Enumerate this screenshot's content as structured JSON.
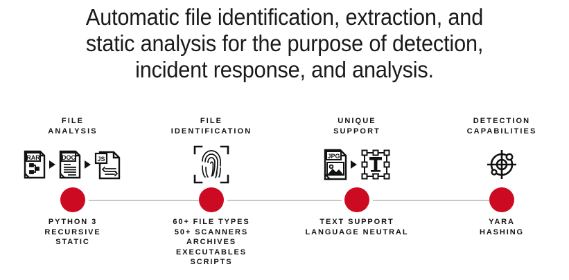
{
  "headline": "Automatic file identification, extraction, and\nstatic analysis for the purpose of detection,\nincident response, and analysis.",
  "theme": {
    "accent_red": "#cc0a22",
    "text_color": "#111111",
    "line_color": "#8c8c8c",
    "background": "#ffffff"
  },
  "timeline": {
    "columns": [
      {
        "title": "FILE\nANALYSIS",
        "caption": "PYTHON 3\nRECURSIVE\nSTATIC",
        "icons": [
          "rar-file-icon",
          "arrow-right-icon",
          "doc-file-icon",
          "arrow-right-icon",
          "js-file-icon"
        ],
        "file_labels": [
          "RAR",
          "DOC",
          "JS"
        ]
      },
      {
        "title": "FILE\nIDENTIFICATION",
        "caption": "60+ FILE TYPES\n50+ SCANNERS\nARCHIVES\nEXECUTABLES\nSCRIPTS",
        "icons": [
          "fingerprint-scan-icon"
        ],
        "file_labels": []
      },
      {
        "title": "UNIQUE\nSUPPORT",
        "caption": "TEXT SUPPORT\nLANGUAGE NEUTRAL",
        "icons": [
          "jpg-image-file-icon",
          "arrow-right-icon",
          "text-tool-icon"
        ],
        "file_labels": [
          "JPG"
        ]
      },
      {
        "title": "DETECTION\nCAPABILITIES",
        "caption": "YARA\nHASHING",
        "icons": [
          "target-crosshair-icon"
        ],
        "file_labels": []
      }
    ]
  }
}
